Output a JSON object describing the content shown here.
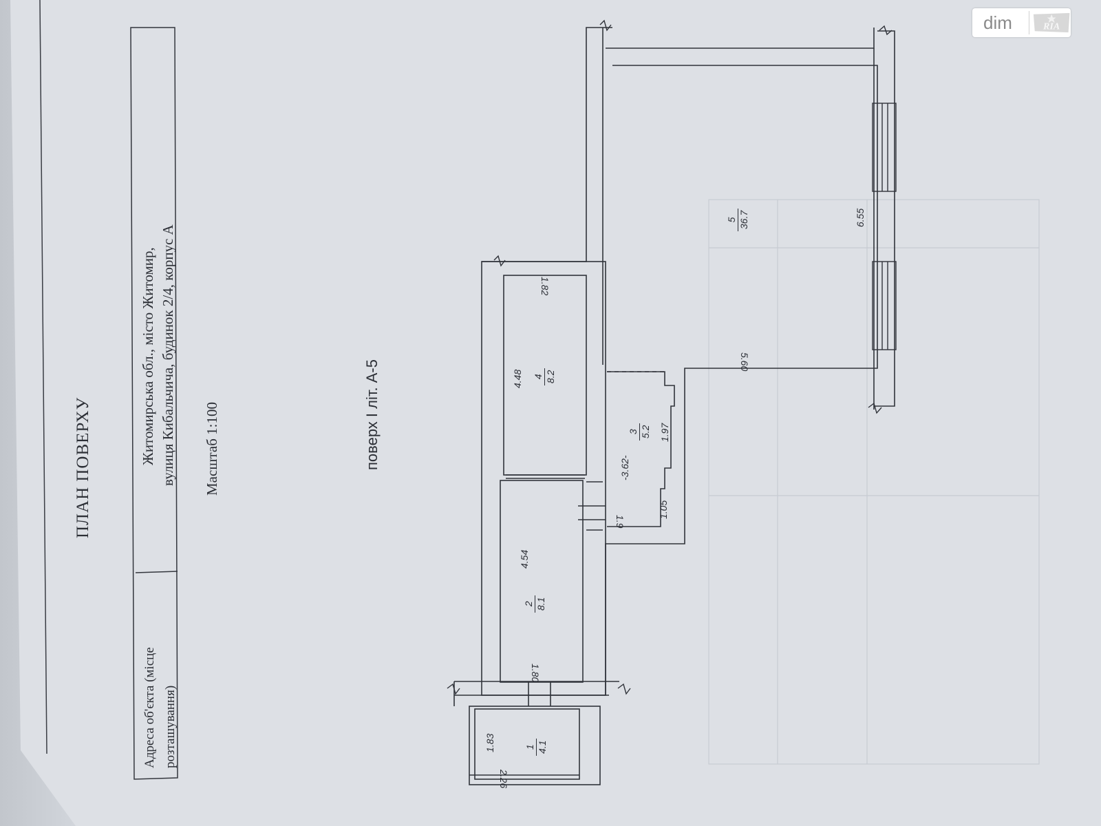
{
  "watermark": {
    "brand": "dim",
    "logo": "RIA"
  },
  "document": {
    "title": "ПЛАН ПОВЕРХУ",
    "address_label": "Адреса об'єкта (місце розташування)",
    "address_line_1": "Житомирська обл., місто Житомир,",
    "address_line_2": "вулиця Кибальчича, будинок 2/4, корпус А",
    "scale": "Масштаб 1:100",
    "floor_label": "поверх  І  літ.  А-5"
  },
  "rooms": [
    {
      "number": "1",
      "area": "4.1"
    },
    {
      "number": "2",
      "area": "8.1"
    },
    {
      "number": "3",
      "area": "5.2"
    },
    {
      "number": "4",
      "area": "8.2"
    },
    {
      "number": "5",
      "area": "36.7"
    }
  ],
  "dimensions": {
    "d_2_26": "2.26",
    "d_1_83": "1.83",
    "d_1_80": "1.80",
    "d_4_54": "4.54",
    "d_1_9": "1.9",
    "d_1_05": "1.05",
    "d_3_62": "-3.62-",
    "d_1_97": "1.97",
    "d_4_48": "4.48",
    "d_1_82": "1.82",
    "d_5_60": "5.60",
    "d_6_55": "6.55"
  }
}
